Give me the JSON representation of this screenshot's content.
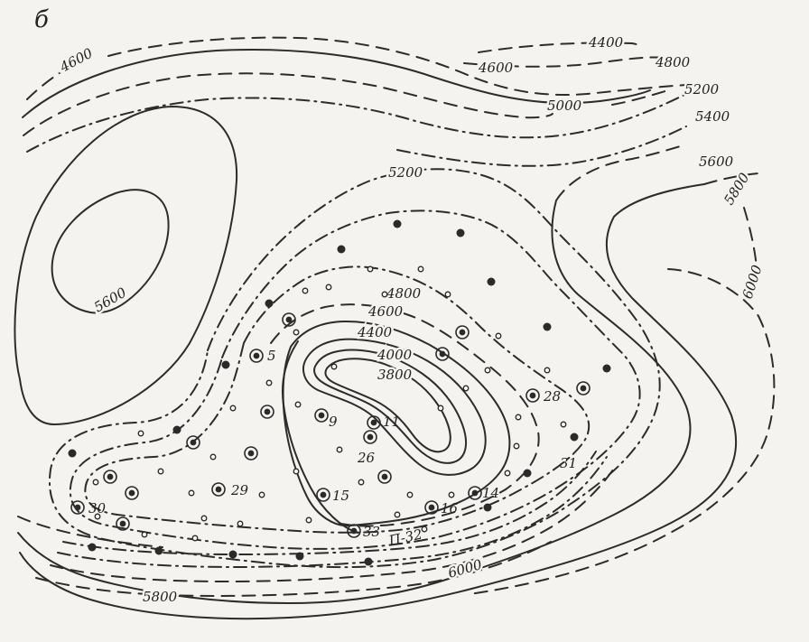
{
  "panel_letter": "б",
  "contour_labels": {
    "c4400": "4400",
    "c4600_top_left": "4600",
    "c4600_top_right": "4600",
    "c4800_top": "4800",
    "c5000": "5000",
    "c5200_right": "5200",
    "c5400": "5400",
    "c5600_right": "5600",
    "c5800_right": "5800",
    "c6000_right": "6000",
    "c5600_left": "5600",
    "c5200_inner": "5200",
    "c4800_inner": "4800",
    "c4600_inner": "4600",
    "c4400_inner": "4400",
    "c4000": "4000",
    "c3800": "3800",
    "c6000_bottom": "6000",
    "c5800_bottom": "5800"
  },
  "well_labels": {
    "w5": "5",
    "w9": "9",
    "w11": "11",
    "w26": "26",
    "w28": "28",
    "w29": "29",
    "w15": "15",
    "w30": "30",
    "w33": "33",
    "w16": "16",
    "w14": "14",
    "w31": "31",
    "wp32": "П-32"
  }
}
